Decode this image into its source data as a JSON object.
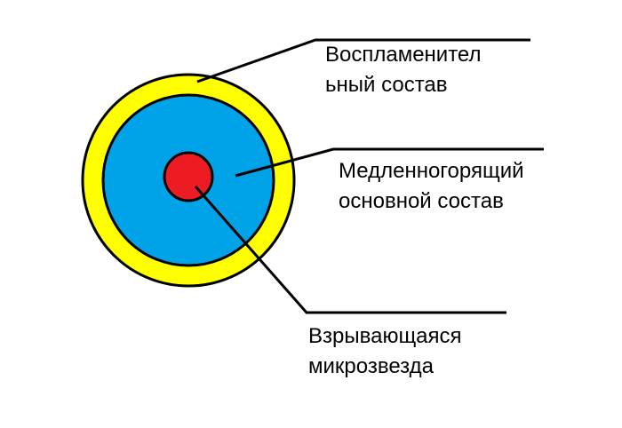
{
  "labels": {
    "igniter": [
      "Воспламенител",
      "ьный состав"
    ],
    "core": [
      "Медленногорящий",
      "основной состав"
    ],
    "star": [
      "Взрывающаяся",
      "микрозвезда"
    ]
  },
  "colors": {
    "outer": "#ffff00",
    "middle": "#00a2e8",
    "inner": "#ed1c24"
  }
}
